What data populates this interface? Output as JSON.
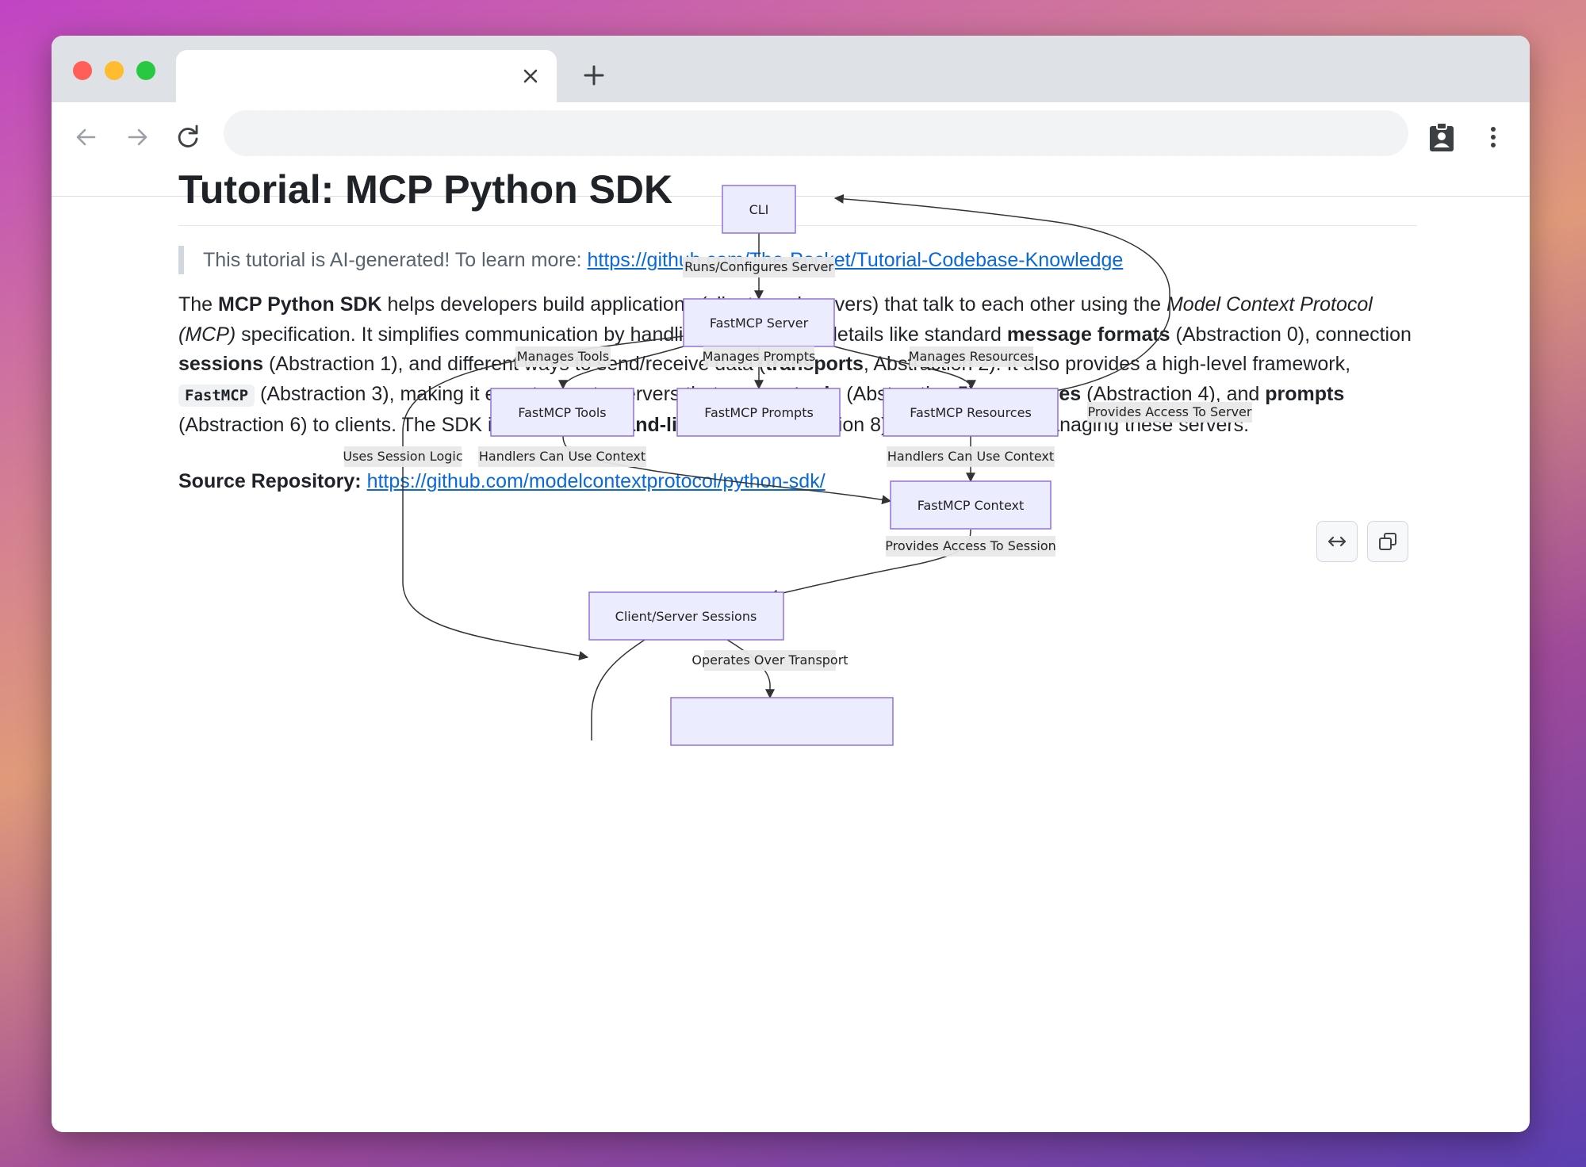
{
  "browser": {
    "tab_title": "",
    "address": ""
  },
  "page": {
    "title": "Tutorial: MCP Python SDK",
    "notice_text": "This tutorial is AI-generated! To learn more: ",
    "notice_link": "https://github.com/The-Pocket/Tutorial-Codebase-Knowledge",
    "intro": {
      "t1": "The ",
      "b1": "MCP Python SDK",
      "t2": " helps developers build applications (clients and servers) that talk to each other using the ",
      "i1": "Model Context Protocol (MCP)",
      "t3": " specification. It simplifies communication by handling the low-level details like standard ",
      "b2": "message formats",
      "t4": " (Abstraction 0), connection ",
      "b3": "sessions",
      "t5": " (Abstraction 1), and different ways to send/receive data (",
      "b4": "transports",
      "t6": ", Abstraction 2). It also provides a high-level framework, ",
      "code1": "FastMCP",
      "t7": " (Abstraction 3), making it easy to create servers that expose ",
      "b5": "tools",
      "t8": " (Abstraction 5), ",
      "b6": "resources",
      "t9": " (Abstraction 4), and ",
      "b7": "prompts",
      "t10": " (Abstraction 6) to clients. The SDK includes ",
      "b8": "command-line tools",
      "t11": " (Abstraction 8) for running and managing these servers."
    },
    "source_label": "Source Repository:",
    "source_link": "https://github.com/modelcontextprotocol/python-sdk/"
  },
  "diagram": {
    "nodes": {
      "cli": "CLI",
      "server": "FastMCP Server",
      "tools": "FastMCP Tools",
      "prompts": "FastMCP Prompts",
      "resources": "FastMCP Resources",
      "context": "FastMCP Context",
      "sessions": "Client/Server Sessions"
    },
    "labels": {
      "runs": "Runs/Configures Server",
      "manages_tools": "Manages Tools",
      "manages_prompts": "Manages Prompts",
      "manages_resources": "Manages Resources",
      "provides_server": "Provides Access To Server",
      "uses_session": "Uses Session Logic",
      "handlers_tools": "Handlers Can Use Context",
      "handlers_resources": "Handlers Can Use Context",
      "provides_session": "Provides Access To Session",
      "operates": "Operates Over Transport"
    },
    "controls": {
      "expand_icon": "expand-horizontal-icon",
      "copy_icon": "copy-icon"
    }
  },
  "colors": {
    "node_fill": "#ececff",
    "node_stroke": "#9370db",
    "link": "#0969da"
  }
}
